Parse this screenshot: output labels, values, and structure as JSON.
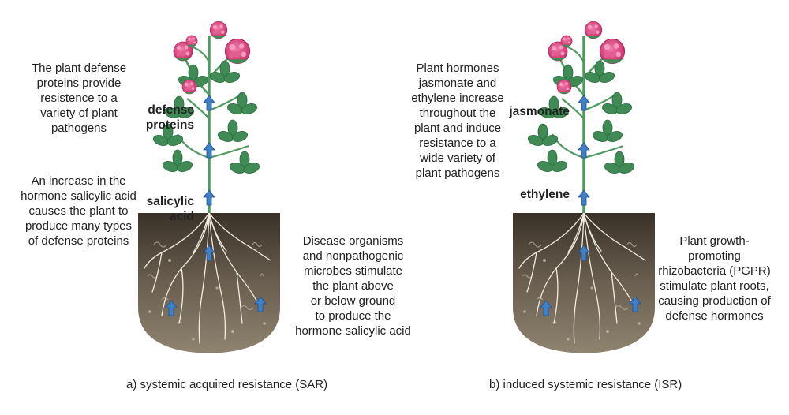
{
  "panel_a": {
    "note_top": "The plant defense\nproteins provide\nresistence to a\nvariety of plant\npathogens",
    "note_middle": "An increase in the\nhormone salicylic acid\ncauses the plant to\nproduce many types\nof defense proteins",
    "note_right": "Disease organisms\nand nonpathogenic\nmicrobes stimulate\nthe plant above\nor below ground\nto produce the\nhormone salicylic acid",
    "label_upper": "defense\nproteins",
    "label_lower": "salicylic\nacid",
    "caption": "a) systemic acquired resistance (SAR)"
  },
  "panel_b": {
    "note_top": "Plant hormones\njasmonate and\nethylene increase\nthroughout the\nplant and induce\nresistance to a\nwide variety of\nplant pathogens",
    "note_right": "Plant growth-\npromoting\nrhizobacteria (PGPR)\nstimulate plant roots,\ncausing production of\ndefense hormones",
    "label_upper": "jasmonate",
    "label_lower": "ethylene",
    "caption": "b) induced systemic resistance (ISR)"
  },
  "colors": {
    "soil_dark": "#3e352b",
    "soil_light": "#8a7e6c",
    "leaf": "#3f8a55",
    "stem": "#4f9a5e",
    "flower": "#d9457e",
    "arrow": "#3f7fc8"
  }
}
